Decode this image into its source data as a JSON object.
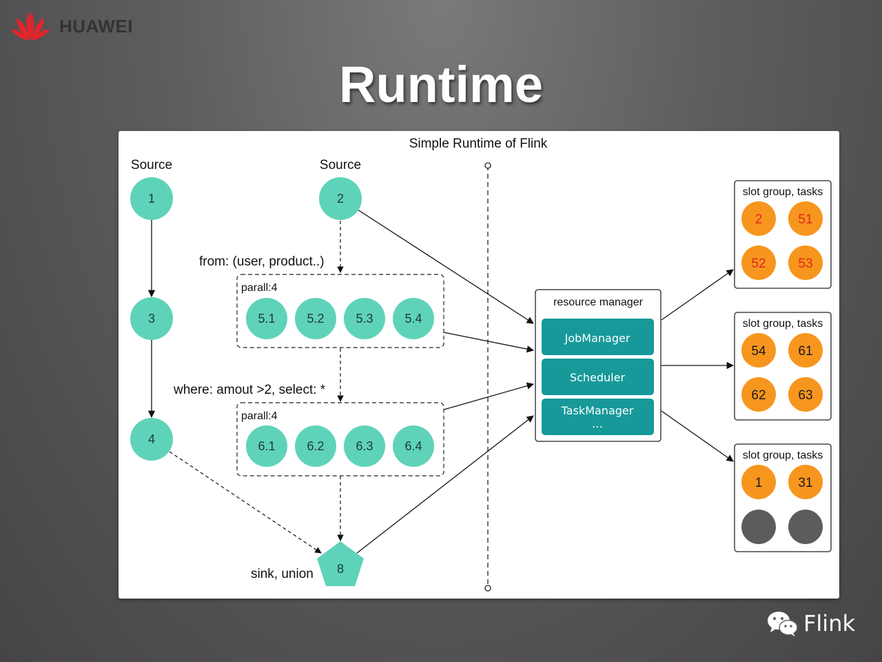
{
  "header": {
    "brand_text": "HUAWEI",
    "brand_color": "#e4252b",
    "title": "Runtime"
  },
  "diagram": {
    "title": "Simple Runtime of Flink",
    "node_color": "#5fd3b9",
    "source_label_1": "Source",
    "source_label_2": "Source",
    "nodes": {
      "n1": "1",
      "n2": "2",
      "n3": "3",
      "n4": "4",
      "n8": "8"
    },
    "group1": {
      "label": "parall:4",
      "annotation": "from: (user, product..)",
      "items": [
        "5.1",
        "5.2",
        "5.3",
        "5.4"
      ]
    },
    "group2": {
      "label": "parall:4",
      "annotation": "where: amout >2, select: *",
      "items": [
        "6.1",
        "6.2",
        "6.3",
        "6.4"
      ]
    },
    "sink_label": "sink, union",
    "resource_manager": {
      "title": "resource manager",
      "color": "#17999a",
      "items": [
        "JobManager",
        "Scheduler",
        "TaskManager"
      ],
      "ellipsis": "…"
    },
    "slot_groups": [
      {
        "title": "slot group, tasks",
        "tasks": [
          "2",
          "51",
          "52",
          "53"
        ]
      },
      {
        "title": "slot group, tasks",
        "tasks": [
          "54",
          "61",
          "62",
          "63"
        ]
      },
      {
        "title": "slot group, tasks",
        "tasks": [
          "1",
          "31"
        ],
        "empty_slots": 2
      }
    ],
    "task_color": "#f7961e",
    "empty_slot_color": "#5c5c5e"
  },
  "watermark": {
    "icon": "wechat-icon",
    "text": "Flink"
  }
}
